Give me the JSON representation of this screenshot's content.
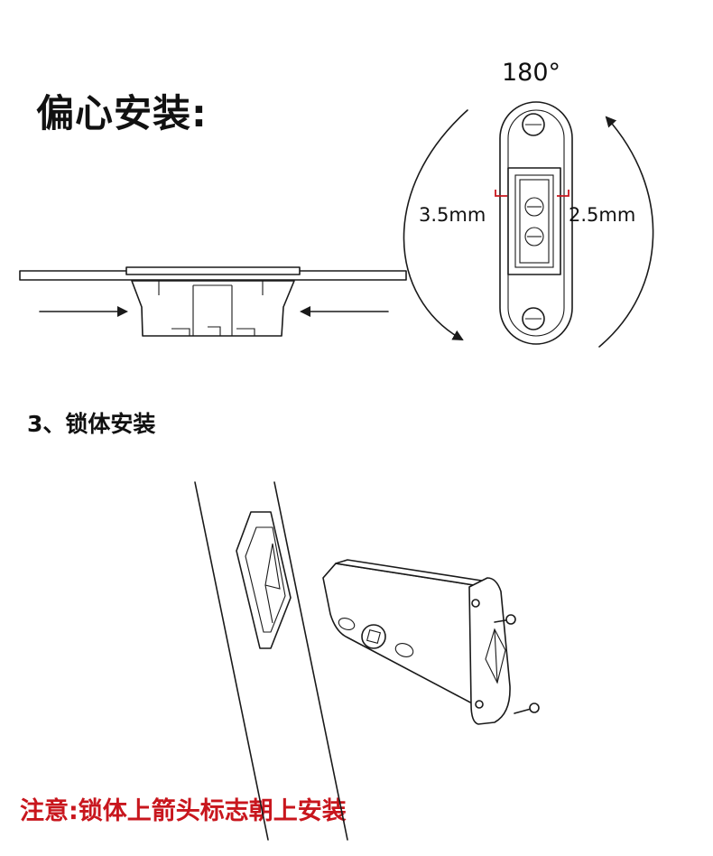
{
  "headings": {
    "eccentric_install": "偏心安装:",
    "lock_body_install": "3、锁体安装"
  },
  "note": "注意:锁体上箭头标志朝上安装",
  "strike_plate": {
    "rotation_label": "180°",
    "left_offset": "3.5mm",
    "right_offset": "2.5mm",
    "bracket_color": "#c8161d"
  },
  "colors": {
    "note": "#c8161d",
    "line": "#1a1a1a"
  }
}
